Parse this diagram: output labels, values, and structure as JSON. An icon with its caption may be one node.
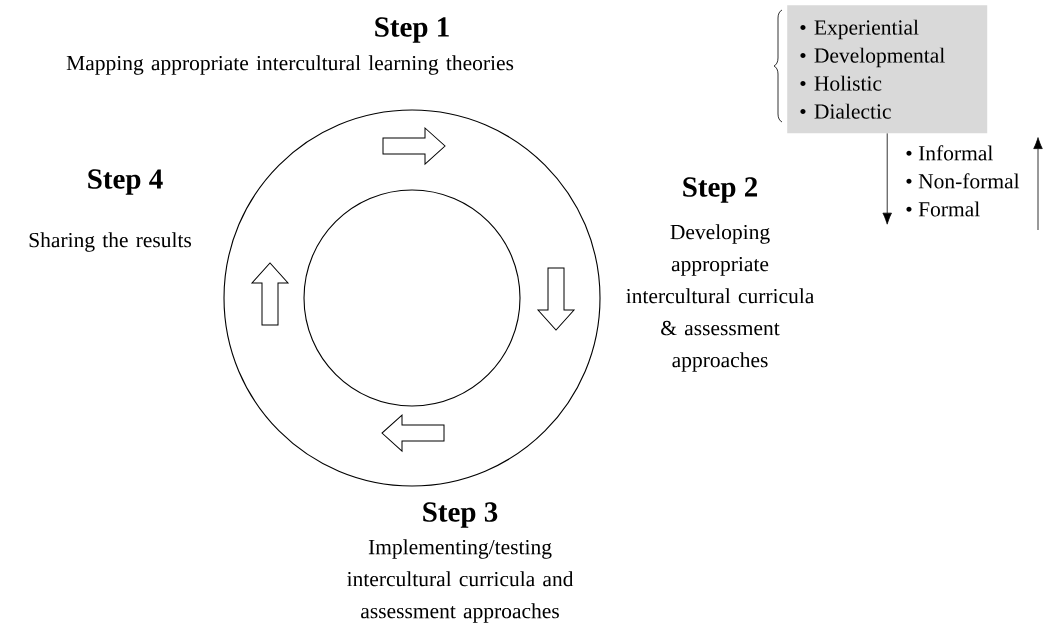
{
  "diagram": {
    "nodes": [
      {
        "text": [
          "Step 1",
          "Mapping appropriate intercultural learning theories"
        ]
      },
      {
        "text": [
          "• Experiential",
          "• Developmental",
          "• Holistic",
          "• Dialectic"
        ]
      },
      {
        "text": [
          "Step 2",
          "Developing appropriate intercultural curricula & assessment approaches"
        ]
      },
      {
        "text": [
          "Step 3",
          "Implementing/testing intercultural curricula and assessment approaches"
        ]
      },
      {
        "text": [
          "Step 4",
          "Sharing the results"
        ]
      },
      {
        "text": [],
        "shape": "circle"
      },
      {
        "text": [],
        "shape": "circle",
        "in": 5
      },
      {
        "text": [
          "• Informal",
          "• Non-formal",
          "• Formal"
        ]
      }
    ],
    "edges": [
      {
        "from": 1,
        "to": 7,
        "arrow": "to"
      }
    ]
  }
}
